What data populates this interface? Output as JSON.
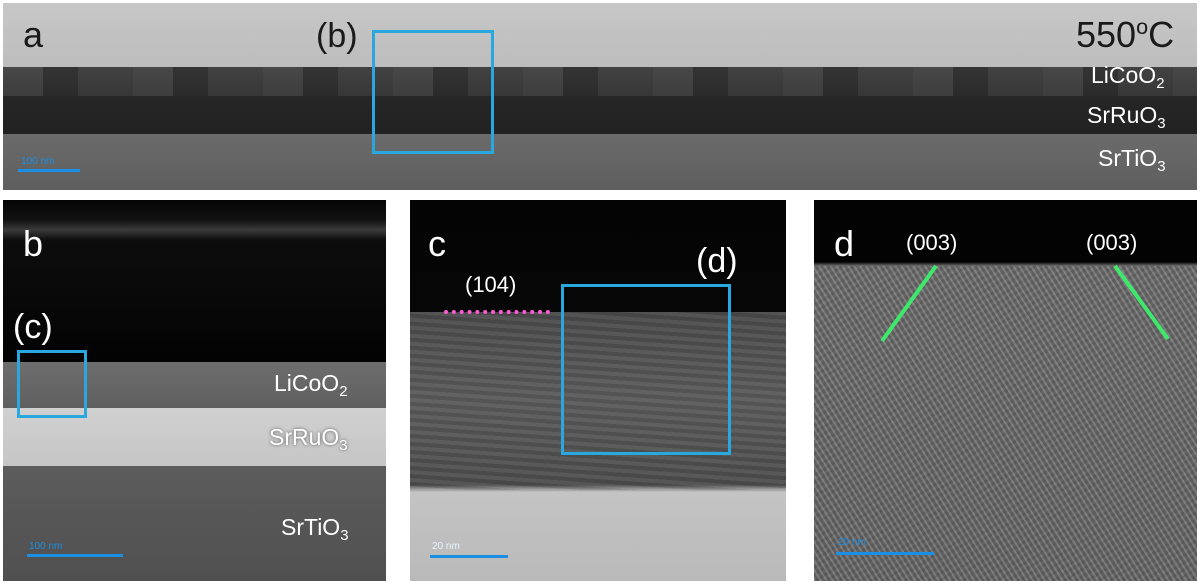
{
  "panel_a": {
    "letter": "a",
    "inset_label": "(b)",
    "temperature": {
      "value": "550",
      "sup": "o",
      "unit": "C"
    },
    "layers": [
      {
        "base": "LiCoO",
        "sub": "2"
      },
      {
        "base": "SrRuO",
        "sub": "3"
      },
      {
        "base": "SrTiO",
        "sub": "3"
      }
    ],
    "scale_bar": "100 nm"
  },
  "panel_b": {
    "letter": "b",
    "inset_label": "(c)",
    "layers": [
      {
        "base": "LiCoO",
        "sub": "2"
      },
      {
        "base": "SrRuO",
        "sub": "3"
      },
      {
        "base": "SrTiO",
        "sub": "3"
      }
    ],
    "scale_bar": "100 nm"
  },
  "panel_c": {
    "letter": "c",
    "inset_label": "(d)",
    "plane_label": "(104)",
    "scale_bar": "20 nm"
  },
  "panel_d": {
    "letter": "d",
    "plane_labels": [
      "(003)",
      "(003)"
    ],
    "scale_bar": "20 nm"
  },
  "colors": {
    "inset_box": "#29a8e0",
    "scale_bar": "#1a8fe3",
    "plane_104": "#ff5ad6",
    "plane_003": "#3ee86a"
  }
}
